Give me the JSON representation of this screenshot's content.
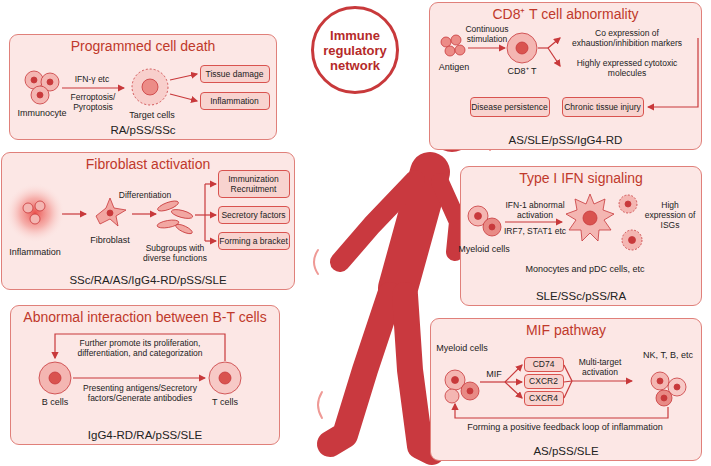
{
  "diagram": {
    "nodes": [
      {
        "text": [
          "Immune regulatory network"
        ]
      },
      {
        "text": [
          "CD8⁺ T cell abnormality",
          "AS/SLE/pSS/IgG4-RD"
        ]
      },
      {
        "text": [
          "Disease persistence"
        ],
        "in": 1
      },
      {
        "text": [
          "Chronic tissue injury"
        ],
        "in": 1
      },
      {
        "text": [
          "Programmed cell death",
          "RA/pSS/SSc"
        ]
      },
      {
        "text": [
          "Tissue damage"
        ],
        "in": 4
      },
      {
        "text": [
          "Inflammation"
        ],
        "in": 4
      },
      {
        "text": [
          "Fibroblast activation",
          "SSc/RA/AS/IgG4-RD/pSS/SLE"
        ]
      },
      {
        "text": [
          "Immunization Recruitment"
        ],
        "in": 7
      },
      {
        "text": [
          "Secretory factors"
        ],
        "in": 7
      },
      {
        "text": [
          "Forming a bracket"
        ],
        "in": 7
      },
      {
        "text": [
          "Type I IFN signaling",
          "SLE/SSc/pSS/RA"
        ]
      },
      {
        "text": [
          "Abnormal interaction between B-T cells",
          "IgG4-RD/RA/pSS/SLE"
        ]
      },
      {
        "text": [
          "MIF pathway",
          "AS/pSS/SLE"
        ]
      },
      {
        "text": [
          "CD74"
        ],
        "in": 13
      },
      {
        "text": [
          "CXCR2"
        ],
        "in": 13
      },
      {
        "text": [
          "CXCR4"
        ],
        "in": 13
      }
    ],
    "labels": [
      "Immunocyte",
      "IFN-γ etc",
      "Ferroptosis/ Pyroptosis",
      "Target cells",
      "Antigen",
      "Continuous stimulation",
      "CD8⁺ T",
      "Co expression of exhaustion/inhibition markers",
      "Highly expressed cytotoxic molecules",
      "Inflammation",
      "Fibroblast",
      "Differentiation",
      "Subgroups with diverse functions",
      "Myeloid cells",
      "IFN-1 abnormal activation",
      "IRF7, STAT1 etc",
      "High expression of ISGs",
      "Monocytes and pDC cells, etc",
      "Further promote its proliferation, differentiation, and categorization",
      "Presenting antigens/Secretory factors/Generate antibodies",
      "B cells",
      "T cells",
      "Myeloid cells",
      "MIF",
      "Multi-target activation",
      "NK, T, B, etc",
      "Forming a positive feedback loop of inflammation"
    ]
  }
}
